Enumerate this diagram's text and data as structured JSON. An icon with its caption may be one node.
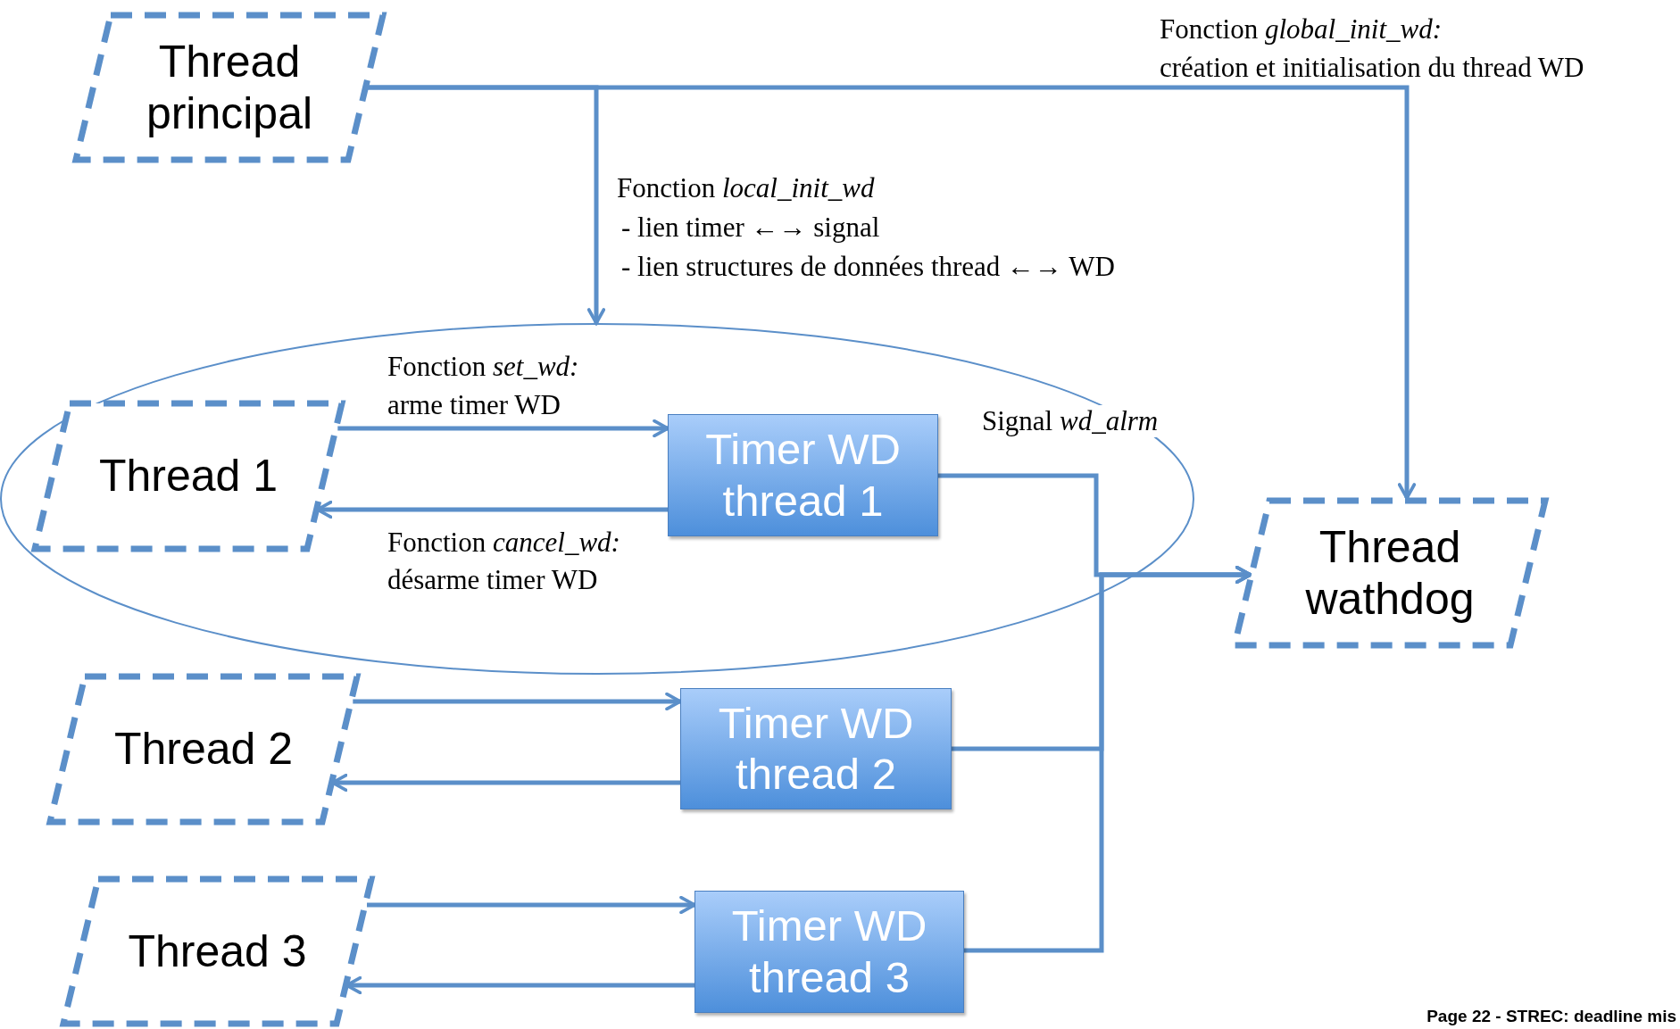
{
  "diagram": {
    "nodes": [
      {
        "text": [
          "Thread principal"
        ]
      },
      {
        "text": [],
        "shape": "ellipse"
      },
      {
        "text": [
          "Thread 1"
        ],
        "in": 1
      },
      {
        "text": [
          "Timer WD thread 1"
        ],
        "in": 1
      },
      {
        "text": [
          "Thread wathdog"
        ]
      },
      {
        "text": [
          "Thread 2"
        ]
      },
      {
        "text": [
          "Timer WD thread 2"
        ]
      },
      {
        "text": [
          "Thread 3"
        ]
      },
      {
        "text": [
          "Timer WD thread 3"
        ]
      }
    ],
    "edges": [
      {
        "from": 0,
        "to": 1,
        "arrow": "to"
      },
      {
        "from": 0,
        "to": 4,
        "arrow": "to"
      },
      {
        "from": 2,
        "to": 3,
        "arrow": "to"
      },
      {
        "from": 3,
        "to": 2,
        "arrow": "to"
      },
      {
        "from": 3,
        "to": 4,
        "arrow": "to"
      },
      {
        "from": 5,
        "to": 6,
        "arrow": "to"
      },
      {
        "from": 6,
        "to": 5,
        "arrow": "to"
      },
      {
        "from": 6,
        "to": 4,
        "arrow": "to"
      },
      {
        "from": 7,
        "to": 8,
        "arrow": "to"
      },
      {
        "from": 8,
        "to": 7,
        "arrow": "to"
      },
      {
        "from": 8,
        "to": 4,
        "arrow": "to"
      }
    ],
    "labels": [
      "Fonction *global_init_wd:*",
      "création et initialisation du thread WD",
      "Fonction *local_init_wd*",
      "- lien timer ←→ signal",
      "- lien structures de données thread ←→ WD",
      "Fonction *set_wd:*",
      "arme timer WD",
      "Signal *wd_alrm*",
      "Fonction *cancel_wd:*",
      "désarme timer WD",
      "Page 22 - STREC: deadline mis"
    ]
  }
}
